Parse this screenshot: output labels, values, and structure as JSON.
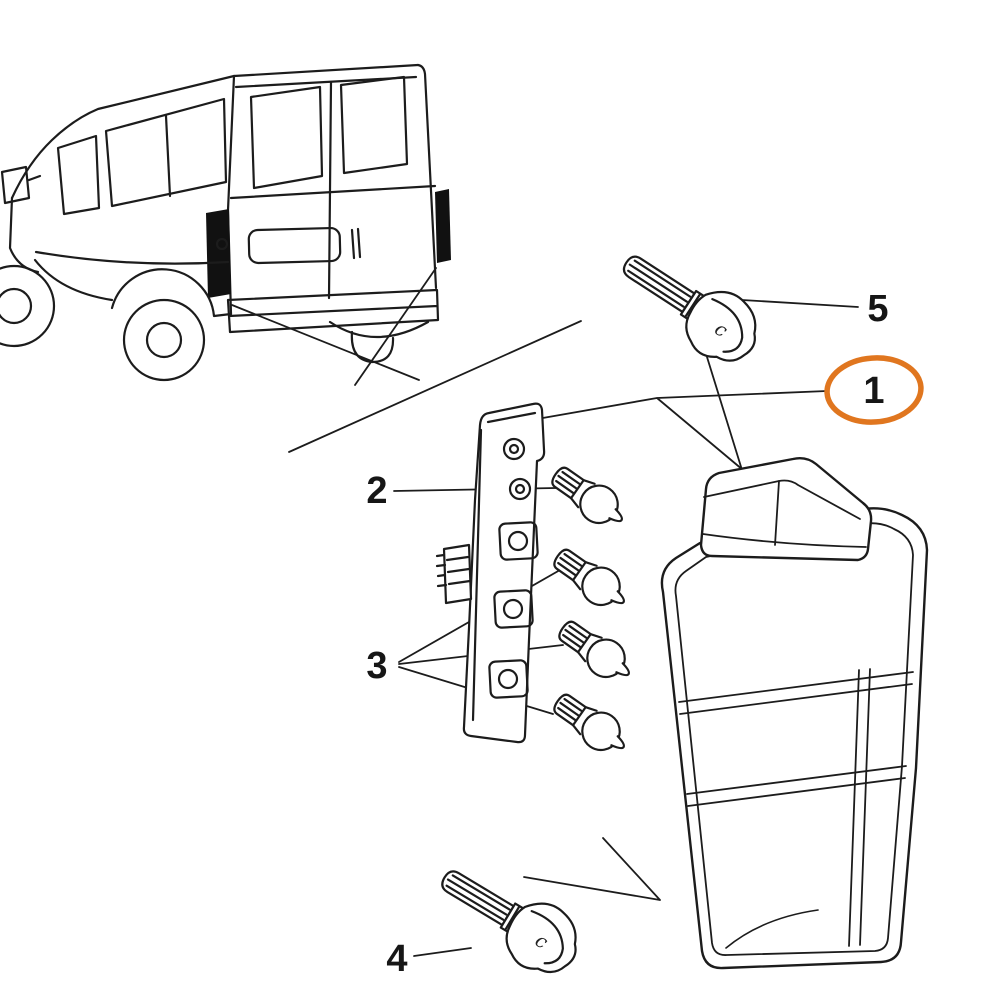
{
  "diagram": {
    "type": "exploded-parts-diagram",
    "subject": "Van rear tail lamp assembly with bulb holder, bulbs and wing fasteners",
    "background_color": "#ffffff",
    "line_color": "#1c1c1c",
    "highlight_color": "#e0761f",
    "callouts": {
      "c1": {
        "label": "1",
        "highlighted": true
      },
      "c2": {
        "label": "2",
        "highlighted": false
      },
      "c3": {
        "label": "3",
        "highlighted": false
      },
      "c4": {
        "label": "4",
        "highlighted": false
      },
      "c5": {
        "label": "5",
        "highlighted": false
      }
    },
    "knob_marking": "c"
  }
}
